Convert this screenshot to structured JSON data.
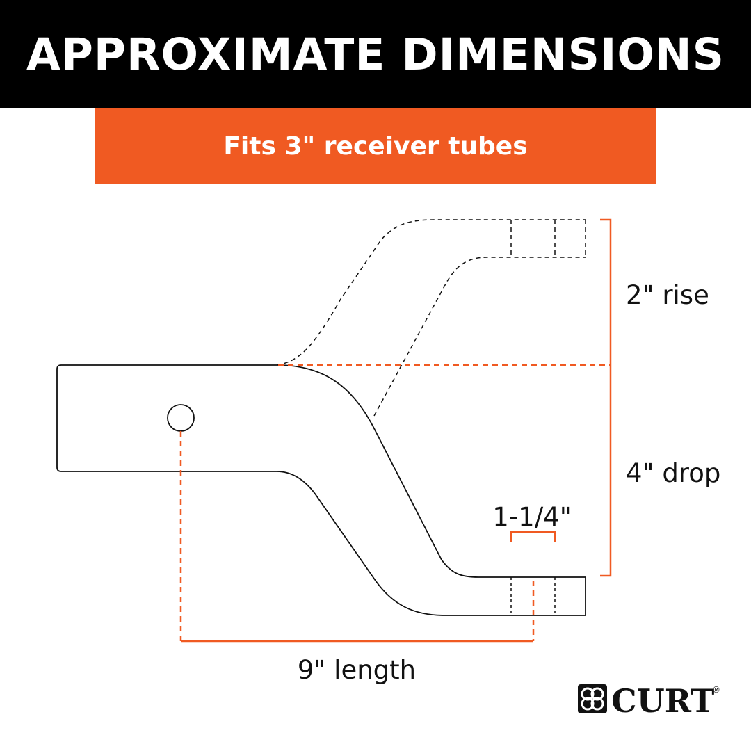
{
  "header": {
    "title": "APPROXIMATE DIMENSIONS"
  },
  "subheader": {
    "text": "Fits 3\" receiver tubes"
  },
  "dimensions": {
    "rise": "2\" rise",
    "drop": "4\" drop",
    "thickness": "1-1/4\"",
    "length": "9\" length"
  },
  "brand": {
    "name": "CURT",
    "trademark": "®"
  },
  "colors": {
    "header_bg": "#000000",
    "accent": "#f05a22",
    "line": "#111111"
  }
}
